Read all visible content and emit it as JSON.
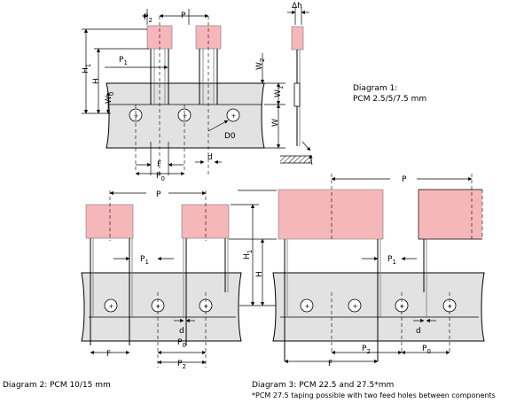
{
  "captions": {
    "diagram1_title": "Diagram 1:",
    "diagram1_sub": "PCM 2.5/5/7.5 mm",
    "diagram2": "Diagram 2: PCM 10/15 mm",
    "diagram3": "Diagram 3: PCM 22.5 and 27.5*mm",
    "footnote": "*PCM 27.5 taping possible with two feed holes between components"
  },
  "labels": {
    "P": "P",
    "P2": "P2",
    "P1": "P1",
    "P0": "P0",
    "H": "H",
    "H1": "H1",
    "W": "W",
    "W0": "W0",
    "W1": "W1",
    "W2": "W2",
    "D0": "D0",
    "F": "F",
    "d": "d",
    "dh": "Δh"
  },
  "colors": {
    "component": "#f6b7bb",
    "tape": "#e2e2e2",
    "line": "#000000"
  }
}
